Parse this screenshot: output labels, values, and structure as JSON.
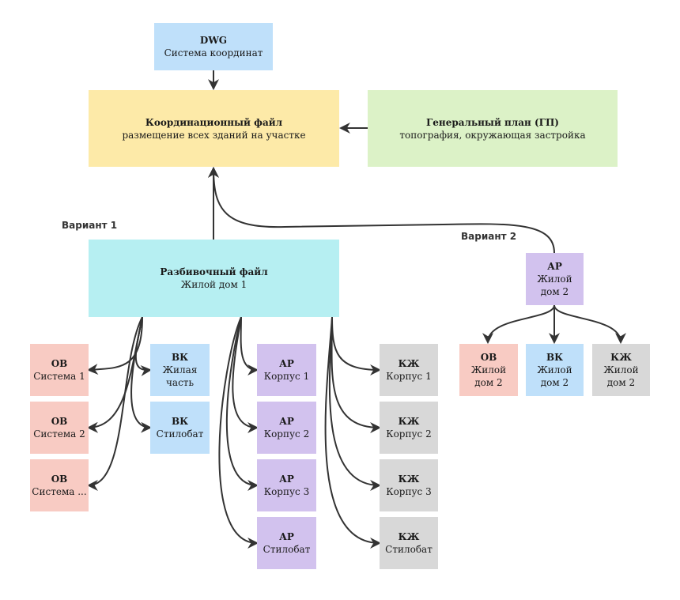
{
  "colors": {
    "dwg": "#bfe0fa",
    "coord": "#fdeaa8",
    "gp": "#dcf2c7",
    "razb": "#b6eff2",
    "ar": "#d2c2ee",
    "ov": "#f8cbc3",
    "vk": "#bfe0fa",
    "kzh": "#d8d8d8",
    "edge": "#333333"
  },
  "labels": {
    "variant1": "Вариант 1",
    "variant2": "Вариант 2"
  },
  "nodes": {
    "dwg": {
      "title": "DWG",
      "sub": "Система координат"
    },
    "coord": {
      "title": "Координационный файл",
      "sub": "размещение всех зданий на участке"
    },
    "gp": {
      "title": "Генеральный план (ГП)",
      "sub": "топография, окружающая застройка"
    },
    "razb": {
      "title": "Разбивочный файл",
      "sub": "Жилой дом 1"
    },
    "ar_v2": {
      "title": "АР",
      "sub": "Жилой\nдом 2"
    },
    "ov1": {
      "title": "ОВ",
      "sub": "Система 1"
    },
    "ov2": {
      "title": "ОВ",
      "sub": "Система 2"
    },
    "ov3": {
      "title": "ОВ",
      "sub": "Система ..."
    },
    "vk1": {
      "title": "ВК",
      "sub": "Жилая\nчасть"
    },
    "vk2": {
      "title": "ВК",
      "sub": "Стилобат"
    },
    "ar1": {
      "title": "АР",
      "sub": "Корпус 1"
    },
    "ar2": {
      "title": "АР",
      "sub": "Корпус 2"
    },
    "ar3": {
      "title": "АР",
      "sub": "Корпус 3"
    },
    "ar4": {
      "title": "АР",
      "sub": "Стилобат"
    },
    "kzh1": {
      "title": "КЖ",
      "sub": "Корпус 1"
    },
    "kzh2": {
      "title": "КЖ",
      "sub": "Корпус 2"
    },
    "kzh3": {
      "title": "КЖ",
      "sub": "Корпус 3"
    },
    "kzh4": {
      "title": "КЖ",
      "sub": "Стилобат"
    },
    "ov_v2": {
      "title": "ОВ",
      "sub": "Жилой\nдом 2"
    },
    "vk_v2": {
      "title": "ВК",
      "sub": "Жилой\nдом 2"
    },
    "kzh_v2": {
      "title": "КЖ",
      "sub": "Жилой\nдом 2"
    }
  },
  "edges": [
    {
      "from": "dwg",
      "to": "coord"
    },
    {
      "from": "gp",
      "to": "coord"
    },
    {
      "from": "razb",
      "to": "coord"
    },
    {
      "from": "ar_v2",
      "to": "coord"
    },
    {
      "from": "razb",
      "to": "ov1"
    },
    {
      "from": "razb",
      "to": "ov2"
    },
    {
      "from": "razb",
      "to": "ov3"
    },
    {
      "from": "razb",
      "to": "vk1"
    },
    {
      "from": "razb",
      "to": "vk2"
    },
    {
      "from": "razb",
      "to": "ar1"
    },
    {
      "from": "razb",
      "to": "ar2"
    },
    {
      "from": "razb",
      "to": "ar3"
    },
    {
      "from": "razb",
      "to": "ar4"
    },
    {
      "from": "razb",
      "to": "kzh1"
    },
    {
      "from": "razb",
      "to": "kzh2"
    },
    {
      "from": "razb",
      "to": "kzh3"
    },
    {
      "from": "razb",
      "to": "kzh4"
    },
    {
      "from": "ar_v2",
      "to": "ov_v2"
    },
    {
      "from": "ar_v2",
      "to": "vk_v2"
    },
    {
      "from": "ar_v2",
      "to": "kzh_v2"
    }
  ]
}
